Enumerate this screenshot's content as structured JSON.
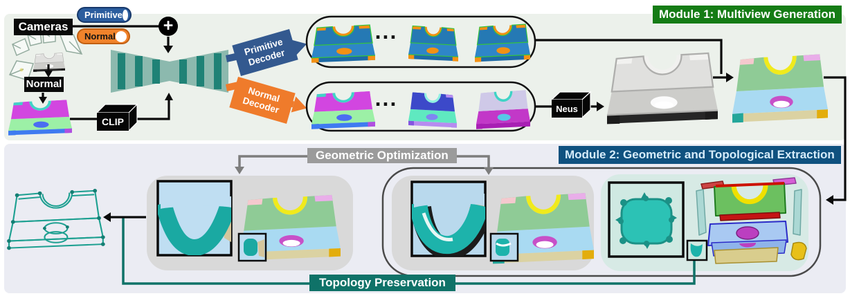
{
  "figure": {
    "module1": {
      "title": "Module 1: Multiview Generation",
      "cameras_label": "Cameras",
      "normal_input_label": "Normal",
      "primitive_toggle": "Primitive",
      "normal_toggle": "Normal",
      "clip_label": "CLIP",
      "primitive_decoder": "Primitive Decoder",
      "normal_decoder": "Normal Decoder",
      "ellipsis": "...",
      "neus_label": "Neus",
      "plus_icon": "+"
    },
    "module2": {
      "title": "Module 2: Geometric and Topological Extraction",
      "geometric_optimization": "Geometric Optimization",
      "topology_preservation": "Topology Preservation"
    },
    "colors": {
      "module1_bg": "#ecf1eb",
      "module2_bg": "#ebecf3",
      "module1_label_bg": "#157c15",
      "module2_label_bg": "#0f517f",
      "primitive_toggle_bg": "#2b5d9e",
      "normal_toggle_bg": "#f1832b",
      "primitive_decoder_bg": "#33598f",
      "normal_decoder_bg": "#ef7b2b",
      "optimization_label_bg": "#9b9b9b",
      "topology_label_bg": "#0f7268",
      "wireframe_teal": "#1ea091",
      "encoder_fill": "#8cb9ae",
      "encoder_bars": "#1f8276",
      "primitive_view_blue": "#2579b4",
      "primitive_accent_orange": "#f39114",
      "primitive_edge_green": "#35c43c"
    }
  }
}
